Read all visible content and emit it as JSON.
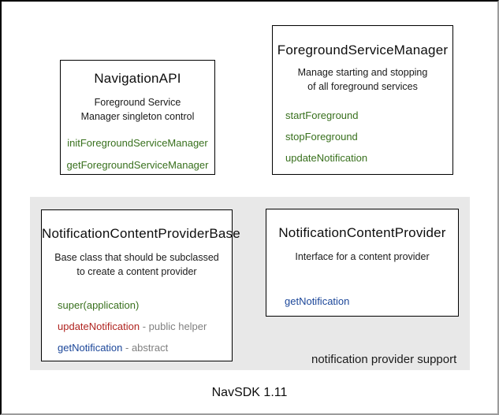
{
  "diagram": {
    "footer_title": "NavSDK 1.11",
    "colors": {
      "method_green": "#38701d",
      "method_red": "#b02420",
      "method_blue": "#1b4699",
      "annotation_gray": "#808080",
      "panel_gray": "#e8e8e8"
    },
    "boxes": {
      "navigation_api": {
        "title": "NavigationAPI",
        "description_line1": "Foreground Service",
        "description_line2": "Manager singleton control",
        "methods": [
          "initForegroundServiceManager",
          "getForegroundServiceManager"
        ]
      },
      "foreground_service_manager": {
        "title": "ForegroundServiceManager",
        "description_line1": "Manage starting and stopping",
        "description_line2": "of all foreground services",
        "methods": [
          "startForeground",
          "stopForeground",
          "updateNotification"
        ]
      },
      "notification_content_provider_base": {
        "title": "NotificationContentProviderBase",
        "description_line1": "Base class that should be subclassed",
        "description_line2": "to create a content provider",
        "methods": [
          {
            "name": "super(application)",
            "annotation": ""
          },
          {
            "name": "updateNotification",
            "annotation": " - public helper"
          },
          {
            "name": "getNotification",
            "annotation": " - abstract"
          }
        ]
      },
      "notification_content_provider": {
        "title": "NotificationContentProvider",
        "description_line1": "Interface for a content provider",
        "methods": [
          "getNotification"
        ]
      }
    },
    "panel_label": "notification provider support"
  }
}
